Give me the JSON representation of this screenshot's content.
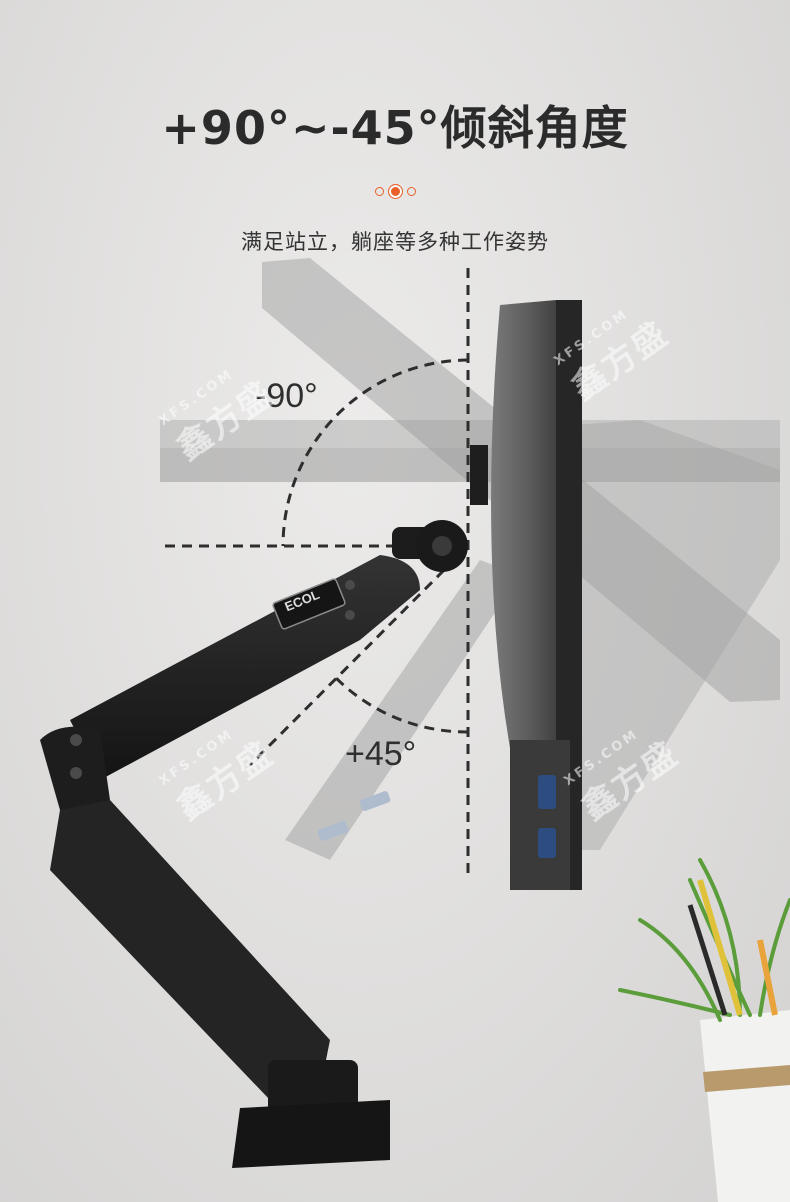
{
  "header": {
    "title": "+90°~-45°倾斜角度",
    "subtitle": "满足站立，躺座等多种工作姿势"
  },
  "angles": {
    "upper": "-90°",
    "lower": "+45°"
  },
  "brand": {
    "arm_logo": "ECOL"
  },
  "watermark": {
    "text": "鑫方盛",
    "small": "XFS.COM"
  },
  "colors": {
    "accent": "#e8612a",
    "arm": "#1f1f1f",
    "ghost": "#a9a9a9"
  }
}
